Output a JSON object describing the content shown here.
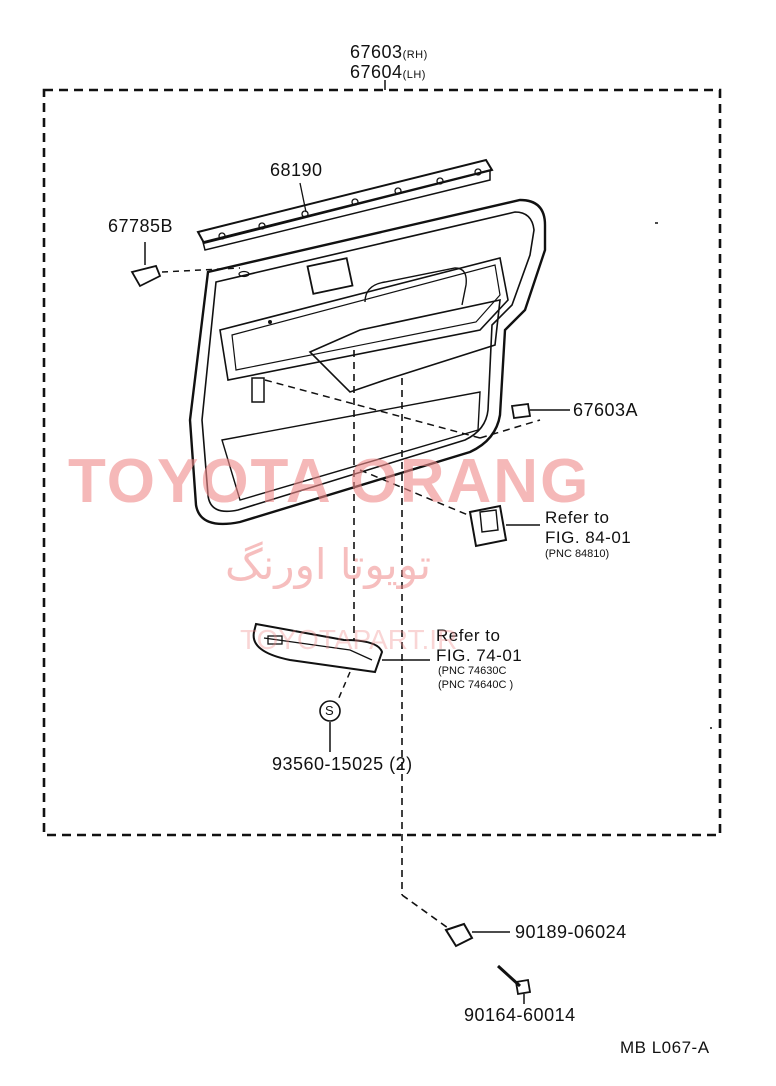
{
  "assembly": {
    "part_rh": "67603",
    "suffix_rh": "(RH)",
    "part_lh": "67604",
    "suffix_lh": "(LH)"
  },
  "parts": {
    "weatherstrip": "68190",
    "retainer": "67785B",
    "clip": "67603A",
    "screw": "93560-15025 (2)",
    "screw_symbol": "S",
    "nut": "90189-06024",
    "bolt": "90164-60014"
  },
  "references": {
    "switch": {
      "refer": "Refer to",
      "fig": "FIG. 84-01",
      "pnc": "(PNC 84810)"
    },
    "armrest": {
      "refer": "Refer to",
      "fig": "FIG. 74-01",
      "pnc1": "(PNC 74630C",
      "pnc2": "(PNC 74640C )"
    }
  },
  "watermark": {
    "main": "TOYOTA ORANG",
    "arabic": "تويوتا اورنگ",
    "sub": "TOYOTAPART.IR"
  },
  "diagram_code": "MB L067-A",
  "colors": {
    "ink": "#111111",
    "watermark": "#f08a8a"
  }
}
